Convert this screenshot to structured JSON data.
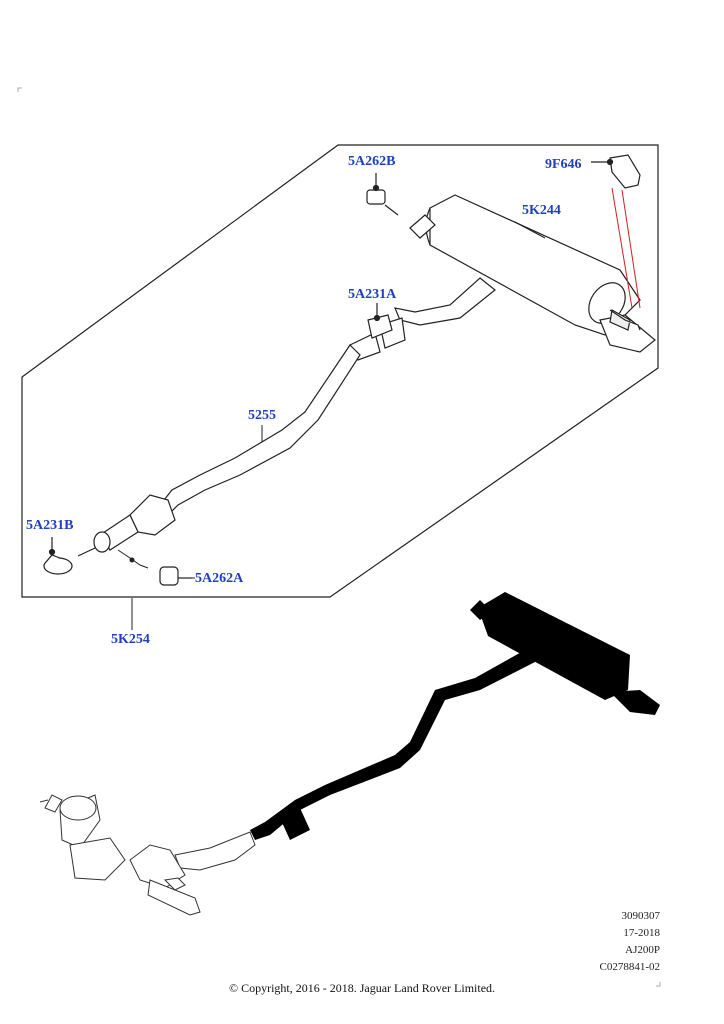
{
  "callouts": {
    "c5A262B": "5A262B",
    "c9F646": "9F646",
    "c5K244": "5K244",
    "c5A231A": "5A231A",
    "c5255": "5255",
    "c5A231B": "5A231B",
    "c5A262A": "5A262A",
    "c5K254": "5K254"
  },
  "meta": {
    "line1": "3090307",
    "line2": "17-2018",
    "line3": "AJ200P",
    "line4": "C0278841-02"
  },
  "copyright": "© Copyright, 2016 - 2018. Jaguar Land Rover Limited.",
  "colors": {
    "callout": "#1f3fbf",
    "leader_red": "#d02020",
    "line": "#222222",
    "silhouette": "#000000"
  }
}
